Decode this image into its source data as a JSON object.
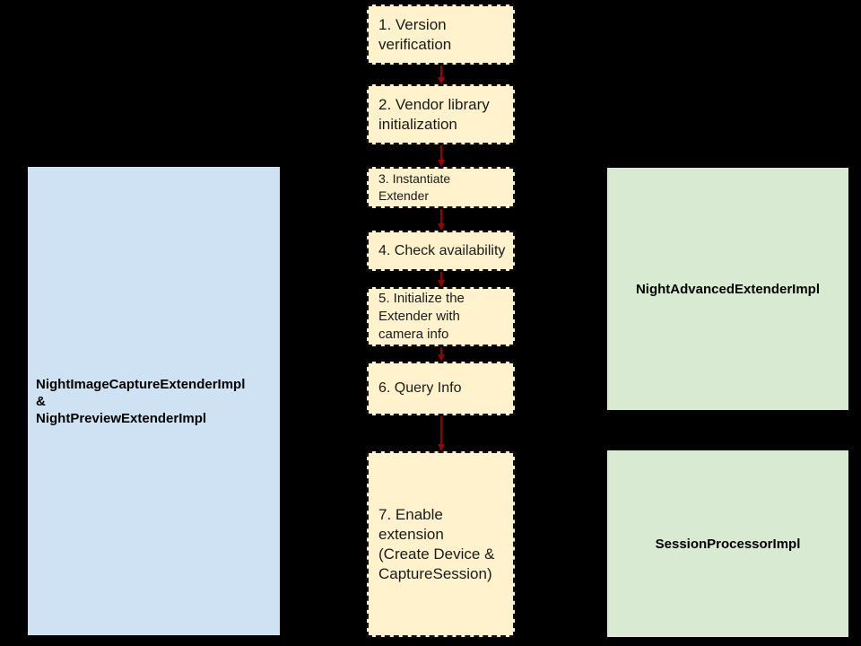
{
  "colors": {
    "background": "#000000",
    "step_fill": "#fff2cc",
    "step_border": "#111111",
    "left_fill": "#cfe2f3",
    "right_fill": "#d9ead3",
    "arrow": "#990000",
    "text": "#1a1a1a"
  },
  "left_panel": {
    "label": "NightImageCaptureExtenderImpl\n&\nNightPreviewExtenderImpl"
  },
  "flow": {
    "steps": [
      {
        "label": "1. Version\nverification"
      },
      {
        "label": "2. Vendor library\ninitialization"
      },
      {
        "label": "3. Instantiate\nExtender"
      },
      {
        "label": "4. Check availability"
      },
      {
        "label": "5. Initialize the\nExtender with\ncamera info"
      },
      {
        "label": "6. Query Info"
      },
      {
        "label": "7. Enable\nextension\n(Create Device &\nCaptureSession)"
      }
    ]
  },
  "right_panels": [
    {
      "label": "NightAdvancedExtenderImpl"
    },
    {
      "label": "SessionProcessorImpl"
    }
  ]
}
